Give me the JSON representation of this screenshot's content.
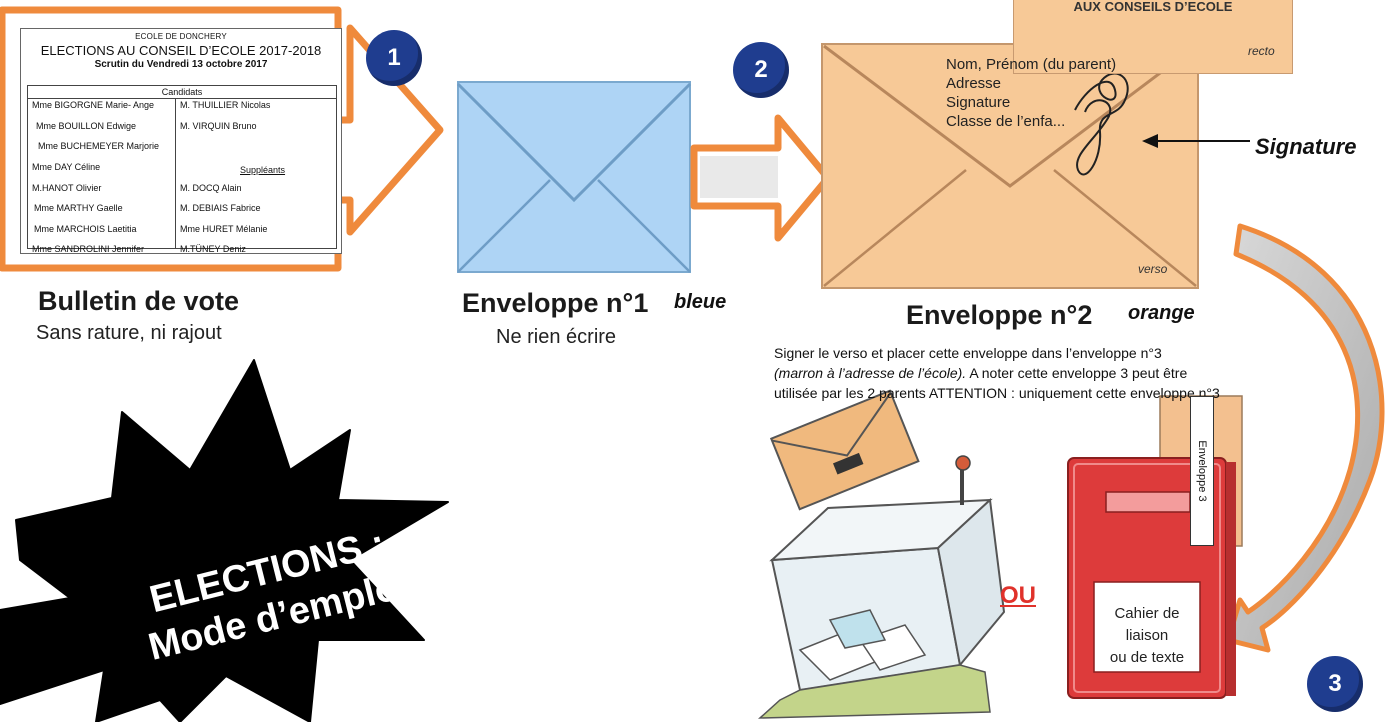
{
  "ballot": {
    "school": "ECOLE DE DONCHERY",
    "title": "ELECTIONS AU CONSEIL D’ECOLE 2017-2018",
    "date": "Scrutin du Vendredi 13 octobre 2017",
    "candidates_header": "Candidats",
    "left_names": [
      "Mme BIGORGNE Marie- Ange",
      "Mme BOUILLON Edwige",
      "Mme BUCHEMEYER Marjorie",
      "Mme DAY Céline",
      "M.HANOT Olivier",
      "Mme MARTHY Gaelle",
      "Mme MARCHOIS Laetitia",
      "Mme SANDROLINI Jennifer"
    ],
    "right_names": [
      "M. THUILLIER Nicolas",
      "M. VIRQUIN Bruno"
    ],
    "substitutes_header": "Suppléants",
    "substitutes": [
      "M. DOCQ Alain",
      "M. DEBIAIS Fabrice",
      "Mme HURET Mélanie",
      "M.TÜNEY Deniz"
    ],
    "caption": "Bulletin de vote",
    "subcaption": "Sans rature, ni rajout"
  },
  "badges": {
    "one": "1",
    "two": "2",
    "three": "3"
  },
  "envelope1": {
    "caption": "Enveloppe n°1",
    "color_word": "bleue",
    "subcaption": "Ne rien écrire"
  },
  "envelope2": {
    "lines": [
      "Nom, Prénom (du parent)",
      "Adresse",
      "Signature",
      "Classe de l’enfa..."
    ],
    "verso": "verso",
    "recto": "recto",
    "recto_title": "AUX CONSEILS D’ECOLE",
    "caption": "Enveloppe n°2",
    "color_word": "orange",
    "signature_label": "Signature"
  },
  "instructions": {
    "line1": "Signer le verso et placer cette enveloppe dans l’enveloppe n°3",
    "line2_italic": "(marron à l’adresse de l’école).",
    "line2_rest": " A noter cette enveloppe 3 peut être",
    "line3": "utilisée par les 2 parents ATTENTION : uniquement cette enveloppe n°3"
  },
  "star": {
    "line1": "ELECTIONS :",
    "line2": "Mode d’emploi"
  },
  "ou": "OU",
  "cahier": {
    "line1": "Cahier de",
    "line2": "liaison",
    "line3": "ou de texte",
    "envelope_tag": "Enveloppe 3"
  },
  "colors": {
    "orange_arrow": "#ef8a3c",
    "blue_envelope": "#aed4f5",
    "orange_envelope": "#f7c997",
    "badge": "#1f3d8f",
    "ou_red": "#e0322b",
    "cahier_red": "#dd3b3b"
  }
}
